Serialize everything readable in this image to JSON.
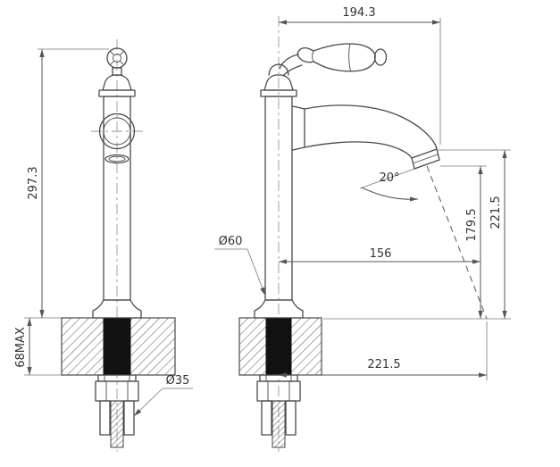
{
  "diagram": {
    "type": "technical-drawing",
    "subject": "single-lever tall basin faucet dimensional drawing, front and side views",
    "colors": {
      "line": "#4a4a4a",
      "dimension": "#555555",
      "text": "#333333",
      "solid_section": "#111111",
      "background": "#ffffff"
    },
    "labels": {
      "overall_height": "297.3",
      "max_mount_thickness": "68MAX",
      "mount_hole_diameter": "Ø35",
      "top_width": "194.3",
      "stream_angle": "20°",
      "spout_tip_height": "221.5",
      "outlet_height": "179.5",
      "base_diameter": "Ø60",
      "spout_reach": "156",
      "total_reach": "221.5"
    }
  }
}
